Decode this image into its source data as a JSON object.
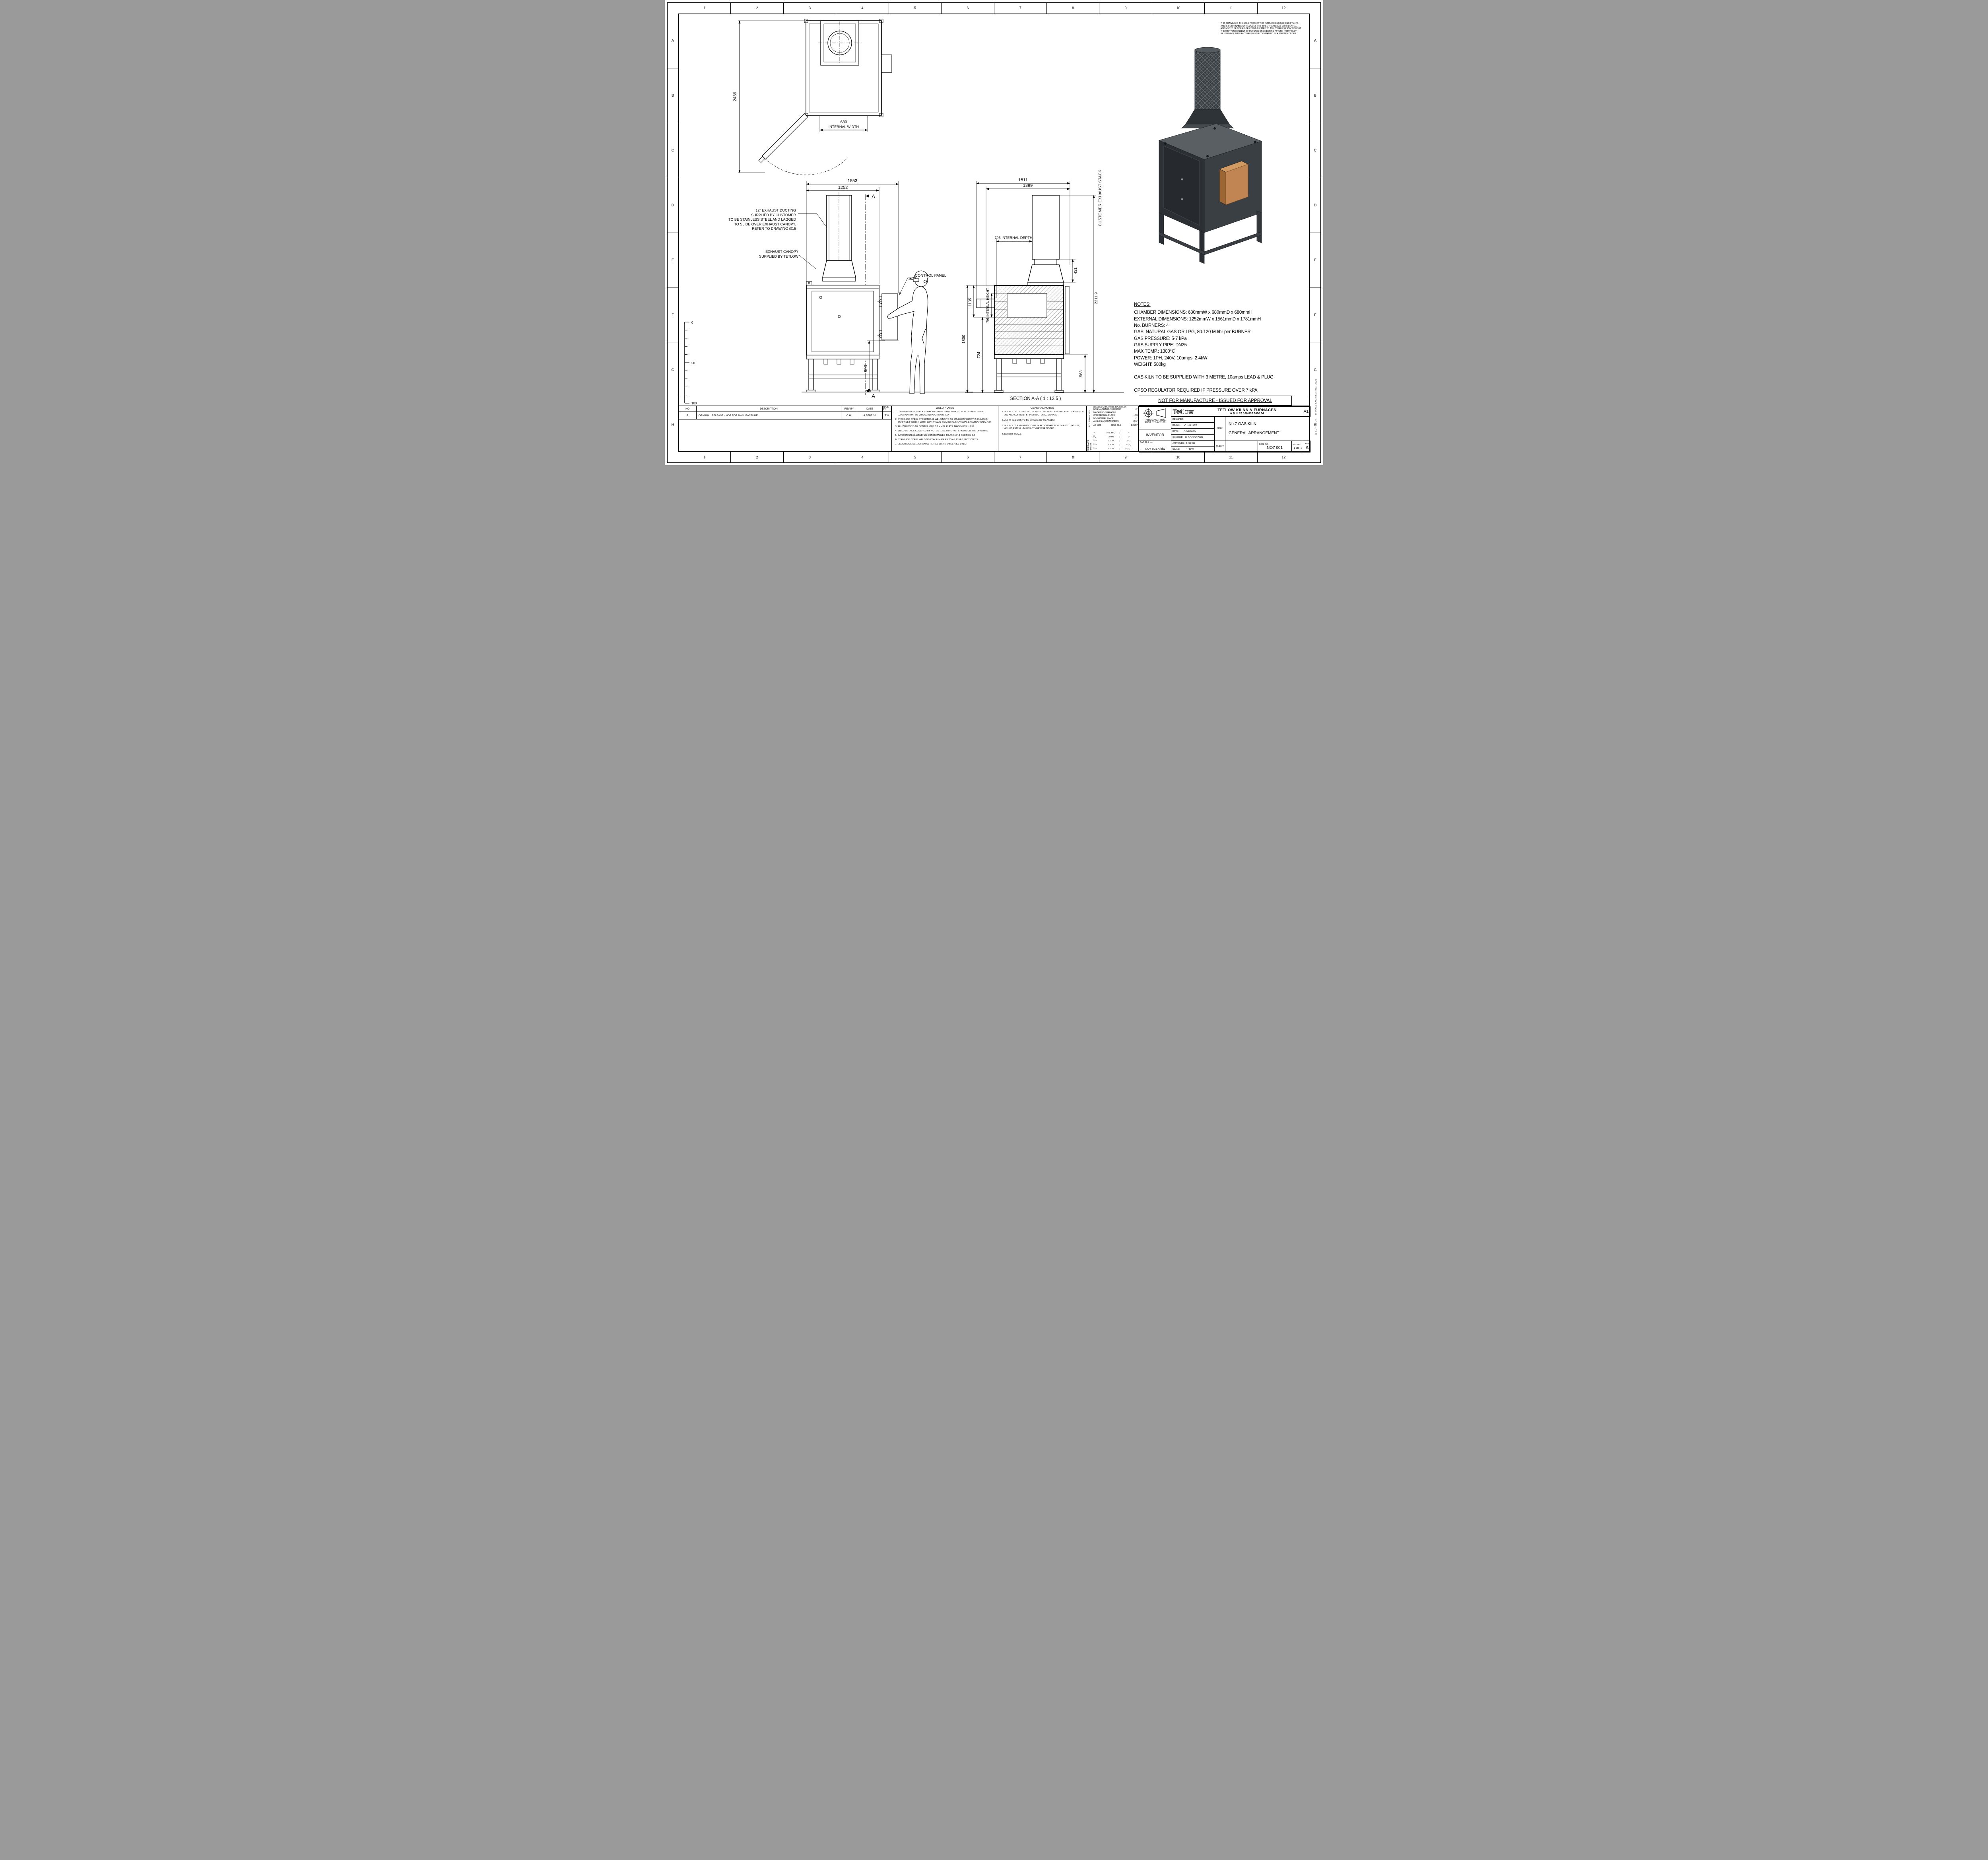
{
  "sheet": {
    "banner": "NOT FOR MANUFACTURE - ISSUED FOR APPROVAL",
    "confidentiality": "THIS DRAWING IS THE SOLE PROPERTY OF FURNACE ENGINEERING PTY.LTD.\nAND IS RETURNABLE ON REQUEST. IT IS TO BE TREATED AS CONFIDENTIAL,\nAND NOT TO BE COPIED OR COMMUNICATED TO ANY OTHER PERSON WITHOUT\nTHE WRITTEN CONSENT OF FURNACE ENGINEERING PTY.LTD. IT MAY ONLY\nBE USED FOR MANUFACTURE WHEN ACCOMPANIED BY A WRITTEN ORDER.",
    "copyright": "©COPYRIGHT FURNACE ENGINEERING, 2021",
    "zone_columns": [
      "1",
      "2",
      "3",
      "4",
      "5",
      "6",
      "7",
      "8",
      "9",
      "10",
      "11",
      "12"
    ],
    "zone_rows": [
      "A",
      "B",
      "C",
      "D",
      "E",
      "F",
      "G",
      "H"
    ]
  },
  "notes": {
    "heading": "NOTES:",
    "lines": [
      "CHAMBER DIMENSIONS: 680mmW x 680mmD x 680mmH",
      "EXTERNAL DIMENSIONS: 1252mmW x 1561mmD x 1781mmH",
      "No. BURNERS: 4",
      "GAS: NATURAL GAS OR LPG, 80-120 MJ/hr per BURNER",
      "GAS PRESSURE: 5-7 kPa",
      "GAS SUPPLY PIPE: DN25",
      "MAX TEMP.: 1300°C",
      "POWER: 1PH, 240V, 10amps, 2.4kW",
      "WEIGHT: 580kg"
    ],
    "extra1": "GAS KILN TO BE SUPPLIED WITH 3 METRE, 10amps LEAD & PLUG",
    "extra2": "OPSO REGULATOR REQUIRED IF PRESSURE OVER 7 kPA"
  },
  "plan_view": {
    "dim_height": "2439",
    "dim_width": "680",
    "dim_width_label": "INTERNAL WIDTH"
  },
  "front_view": {
    "dim_overall": "1553",
    "dim_body": "1252",
    "dim_panel": "800",
    "section_marker": "A",
    "duct_note": "12\" EXHAUST DUCTING\nSUPPLIED BY CUSTOMER\nTO BE STAINLESS STEEL AND LAGGED\nTO SLIDE OVER EXHAUST CANOPY.\nREFER TO DRAWING /015",
    "canopy_note": "EXHAUST CANOPY\nSUPPLIED BY TETLOW",
    "control_panel_label": "CONTROL PANEL"
  },
  "section_view": {
    "label": "SECTION A-A ( 1 : 12.5 )",
    "stack_label": "CUSTOMER EXHAUST STACK",
    "dim_overall": "1511",
    "dim_inner": "1399",
    "dim_depth": "795 INTERNAL DEPTH",
    "dim_canopy": "431",
    "dim_top_to_floorline": "1135",
    "dim_internal_height": "795 INTERNAL HEIGHT",
    "dim_overall_height": "1800",
    "dim_under": "724",
    "dim_total": "2211.9",
    "dim_stand": "563"
  },
  "scale_bar": {
    "ticks": [
      "0",
      "50",
      "100"
    ]
  },
  "revision_table": {
    "headers": [
      "NO",
      "DESCRIPTION",
      "REV BY",
      "DATE",
      "APPR BY"
    ],
    "row": [
      "A",
      "ORIGINAL RELEASE - NOT FOR MANUFACTURE",
      "C.H.",
      "4 SEPT 20",
      "T.N"
    ]
  },
  "weld_notes": {
    "title": "WELD NOTES",
    "items": [
      "CARBON STEEL STRUCTURAL WELDING TO AS 1554.1 G.P. WITH 100% VISUAL EXAMINATION, 5% VISUAL INSPECTION U.N.O.",
      "STAINLESS STEEL STRUCTURAL WELDING TO AS 1554.6 CATEGORY 2. CLASS C. SURFACE FINISH III WITH 100% VISUAL SCANNING, 5% VISUAL EXAMINATION U.N.O.",
      "ALL WELDS TO BE CONTINUOUS 0.7 x MIN. PLATE THICKNESS U.N.O.",
      "WELD DETAILS COVERED BY NOTES 1,2 & 3 ARE NOT SHOWN ON THE DRAWING",
      "CARBON STEEL WELDING CONSUMABLES TO AS 1554.1 SECTION 2.3",
      "STAINLESS STEEL WELDING CONSUMABLES TO AS 1554.6 SECTION 2.3",
      "ELECTRODE SELECTION AS PER AS 1554.6 TABLE 4.5.1 U.N.O."
    ]
  },
  "general_notes": {
    "title": "GENERAL NOTES",
    "items": [
      "ALL ROLLED STEEL SECTIONS TO BE IN ACCORDANCE WITH AS3679.1-300 AND CURRENT BHP STRUCTURAL SHAPES",
      "ALL RHS & CHS TO BE GRADE 350 TO AS1163",
      "ALL BOLTS AND NUTS TO BE IN ACCORDANCE WITH AS1111,AS1112, AS1110,AS1252 UNLESS OTHERWISE NOTED.",
      "DO NOT SCALE"
    ]
  },
  "tolerances": {
    "label": "TOLERANCES:",
    "header": "(UNLESS OTHERWISE SPECIFIED)",
    "rows": [
      {
        "name": "NON MACHINED SURFACES",
        "value": "±2"
      },
      {
        "name": "MACHINED SURFACES",
        "value": ""
      },
      {
        "name": "ONE DECIMAL PLACE",
        "value": "±0.3"
      },
      {
        "name": "NO DECIMAL PLACE",
        "value": "±1"
      },
      {
        "name": "ANGLES & SQUARENESS",
        "value": "±0.5°"
      }
    ],
    "col_headers": [
      "AS 1100",
      "MAX. CLA",
      "EQUIV"
    ]
  },
  "surface_finish": {
    "label": "SURFACE FINISH",
    "mark": "√",
    "rows": [
      {
        "num": "",
        "cla": "NO. M/C",
        "equiv": "~"
      },
      {
        "num": "25",
        "cla": "25um",
        "equiv": "▽"
      },
      {
        "num": "1.6",
        "cla": "1.6um",
        "equiv": "▽▽"
      },
      {
        "num": "6.3",
        "cla": "6.3um",
        "equiv": "▽▽▽"
      },
      {
        "num": "1.6",
        "cla": "1.6um",
        "equiv": "▽▽▽ G"
      }
    ]
  },
  "title_block": {
    "projection": "THIRD ANG. PROJ.",
    "standard": "AUST STD AS1100",
    "software": "INVENTOR",
    "cad_file_label": "CAD FILE No.",
    "cad_file": "NO7 001 A.idw",
    "designed_label": "DESIGNED:",
    "designed": "",
    "drawn_label": "DRAWN:",
    "drawn": "C. HILLIER",
    "date_label": "DATE:",
    "date": "3/09/2020",
    "checked_label": "CHECKED:",
    "checked": "D.BOISSEZON",
    "approved_label": "APPROVED:",
    "approved": "T.NASH",
    "scale_label": "SCALE:",
    "scale": "1:12.5",
    "title_label": "TITLE",
    "client_label": "CLIENT",
    "logo": "Tetlow",
    "company": "TETLOW KILNS & FURNACES",
    "abn": "A.B.N. 26 166 832 3000 54",
    "sheet_size": "A1",
    "title_line1": "No.7 GAS KILN",
    "title_line2": "GENERAL ARRANGEMENT",
    "drg_no_label": "DRG. NO.",
    "drg_no": "NO7 001",
    "sht_no_label": "SHT. NO.",
    "sht_no": "1 OF 1",
    "rev_label": "REV",
    "rev": "A"
  }
}
